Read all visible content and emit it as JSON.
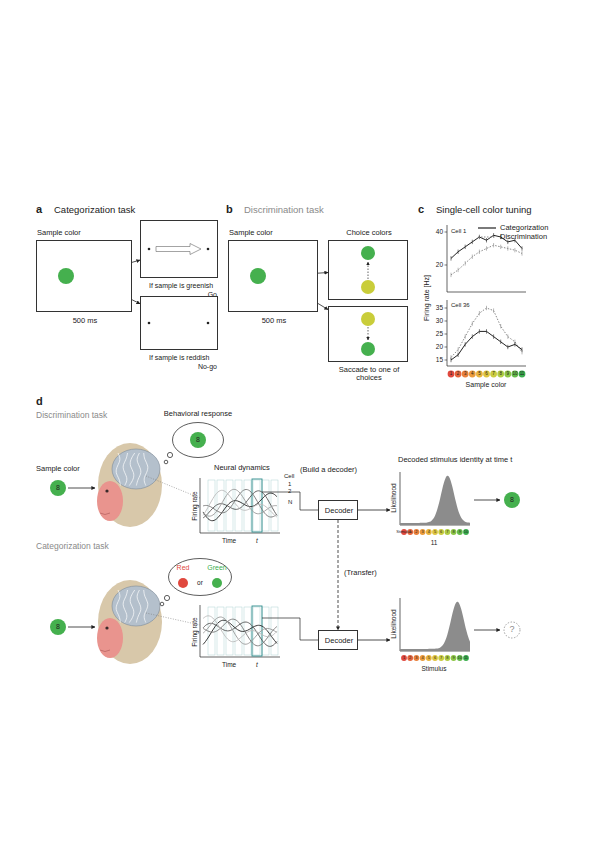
{
  "diagram": {
    "nodes": [
      {
        "text": [
          "Sample color",
          "500 ms"
        ]
      },
      {
        "text": [
          "If sample is greenish",
          "Go"
        ]
      },
      {
        "text": [
          "If sample is reddish",
          "No-go"
        ]
      },
      {
        "text": [
          "Sample color",
          "500 ms"
        ]
      },
      {
        "text": [
          "Choice colors"
        ]
      },
      {
        "text": [
          "Saccade to one of choices"
        ]
      },
      {
        "text": [
          "Behavioral response",
          "8"
        ]
      },
      {
        "text": [
          "Decoder"
        ]
      },
      {
        "text": [
          "Red",
          "or",
          "Green"
        ]
      },
      {
        "text": [
          "Decoder"
        ]
      }
    ],
    "edges": [
      {
        "from": 0,
        "to": 1,
        "arrow": "to"
      },
      {
        "from": 0,
        "to": 2,
        "arrow": "to"
      },
      {
        "from": 3,
        "to": 4,
        "arrow": "to"
      },
      {
        "from": 3,
        "to": 5,
        "arrow": "to"
      },
      {
        "from": 7,
        "to": 9,
        "label": "(Transfer)",
        "arrow": "to"
      }
    ],
    "labels": [
      "a",
      "Categorization task",
      "b",
      "Discrimination task",
      "c",
      "Single-cell color tuning",
      "Cell 1",
      "40",
      "20",
      "Cell 36",
      "35",
      "30",
      "25",
      "20",
      "15",
      "Firing rate [Hz]",
      "1",
      "2",
      "3",
      "4",
      "5",
      "6",
      "7",
      "8",
      "9",
      "10",
      "11",
      "Sample color",
      "d",
      "Discrimination task",
      "Sample color",
      "8",
      "Neural dynamics",
      "Firing rate",
      "Time",
      "t",
      "Cell",
      "1",
      "2",
      "N",
      "(Build a decoder)",
      "Decoded stimulus identity at time t",
      "Likelihood",
      "Stimulus",
      "1",
      "2",
      "3",
      "4",
      "5",
      "6",
      "7",
      "8",
      "9",
      "10",
      "11",
      "8",
      "Categorization task",
      "8",
      "Firing rate",
      "Time",
      "t",
      "Likelihood",
      "Stimulus",
      "1",
      "2",
      "3",
      "4",
      "5",
      "6",
      "7",
      "8",
      "9",
      "10",
      "11",
      "?"
    ],
    "legend": [
      {
        "text": "Categorization"
      },
      {
        "text": "Discrimination"
      }
    ]
  }
}
